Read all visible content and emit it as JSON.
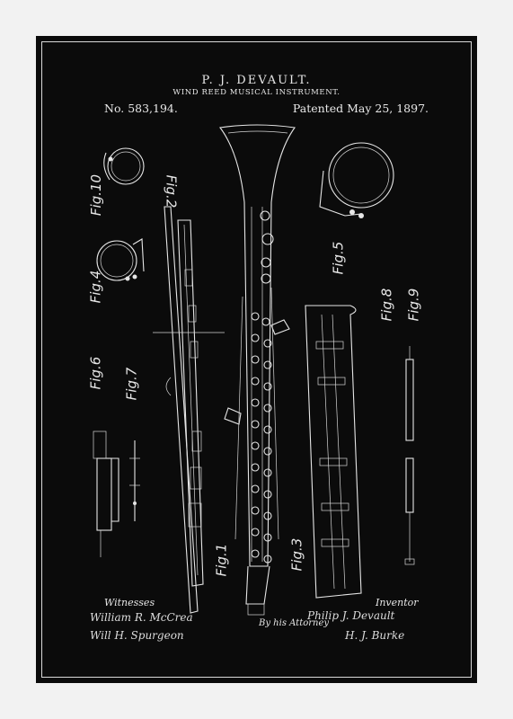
{
  "patent": {
    "inventor_name": "P. J. DEVAULT.",
    "invention_title": "WIND REED MUSICAL INSTRUMENT.",
    "number": "No. 583,194.",
    "date": "Patented May 25, 1897."
  },
  "figures": [
    "Fig.10",
    "Fig.2",
    "Fig.4",
    "Fig.6",
    "Fig.7",
    "Fig.1",
    "Fig.3",
    "Fig.5",
    "Fig.8",
    "Fig.9"
  ],
  "signatures": {
    "witnesses_label": "Witnesses",
    "witness_1": "William R. McCrea",
    "witness_2": "Will H. Spurgeon",
    "inventor_label": "Inventor",
    "inventor_signature": "Philip J. Devault",
    "attorney_prefix": "By his Attorney",
    "attorney_signature": "H. J. Burke"
  },
  "colors": {
    "background": "#0b0b0b",
    "ink": "#e6e6e6",
    "mat": "#f2f2f2"
  }
}
